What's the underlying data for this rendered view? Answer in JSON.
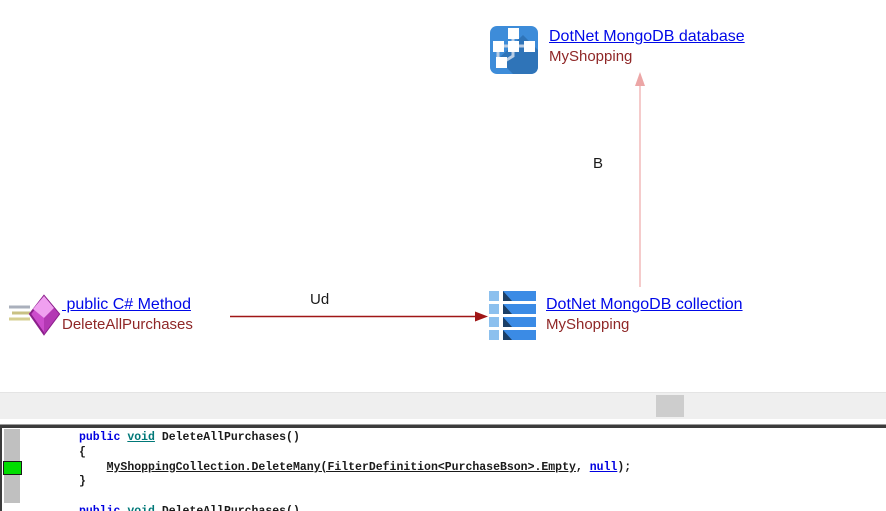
{
  "diagram": {
    "nodes": {
      "database": {
        "title": "DotNet MongoDB database",
        "subtitle": "MyShopping",
        "icon": "sitemap-database-icon"
      },
      "method": {
        "title": " public C# Method",
        "subtitle": "DeleteAllPurchases",
        "icon": "gem-method-icon"
      },
      "collection": {
        "title": "DotNet MongoDB collection",
        "subtitle": "MyShopping",
        "icon": "rows-collection-icon"
      }
    },
    "edges": {
      "ud": {
        "label": "Ud",
        "color": "#a01616"
      },
      "b": {
        "label": "B",
        "color": "#f2baba"
      }
    },
    "colors": {
      "link_blue": "#0008e8",
      "subtitle_red": "#8f2727",
      "icon_blue": "#3d8cd9",
      "icon_light_blue": "#8cc0ee",
      "icon_pink": "#d655d6"
    }
  },
  "scrollbar": {
    "orientation": "horizontal",
    "track_color": "#efefef",
    "thumb_color": "#cdcdcd"
  },
  "code_panel": {
    "marker_color": "#00dd00",
    "gutter_color": "#c0c0c0",
    "lines": [
      {
        "tokens": [
          {
            "t": "public",
            "c": "kw"
          },
          {
            "t": " ",
            "c": "p"
          },
          {
            "t": "void",
            "c": "type",
            "link": true
          },
          {
            "t": " DeleteAllPurchases()",
            "c": "p"
          }
        ]
      },
      {
        "tokens": [
          {
            "t": "{",
            "c": "p"
          }
        ]
      },
      {
        "tokens": [
          {
            "t": "    ",
            "c": "p"
          },
          {
            "t": "MyShoppingCollection.DeleteMany(FilterDefinition<PurchaseBson>.Empty",
            "c": "u",
            "link": true
          },
          {
            "t": ", ",
            "c": "p"
          },
          {
            "t": "null",
            "c": "nul",
            "link": true
          },
          {
            "t": ");",
            "c": "p"
          }
        ]
      },
      {
        "tokens": [
          {
            "t": "}",
            "c": "p"
          }
        ]
      },
      {
        "tokens": []
      },
      {
        "tokens": [
          {
            "t": "public",
            "c": "kw"
          },
          {
            "t": " ",
            "c": "p"
          },
          {
            "t": "void",
            "c": "type",
            "link": true
          },
          {
            "t": " DeleteAllPurchases()",
            "c": "p"
          }
        ]
      }
    ]
  }
}
